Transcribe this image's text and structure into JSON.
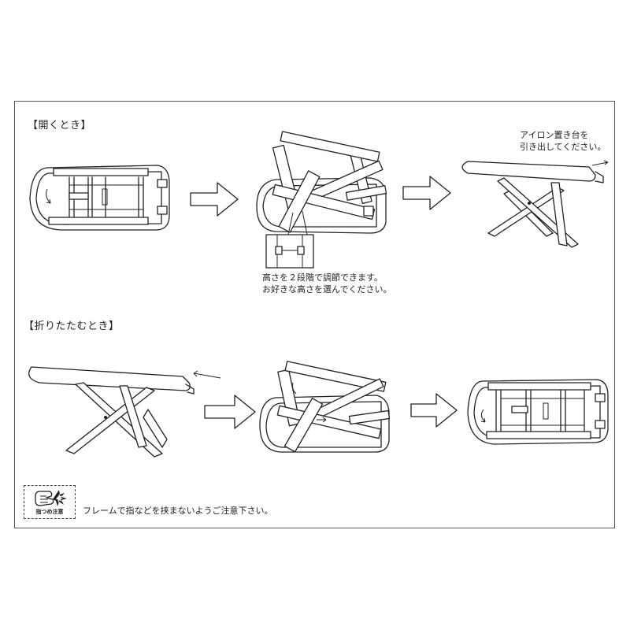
{
  "sections": {
    "open": {
      "heading": "【開くとき】"
    },
    "fold": {
      "heading": "【折りたたむとき】"
    }
  },
  "notes": {
    "iron_rest": [
      "アイロン置き台を",
      "引き出してください。"
    ],
    "height": [
      "高さを２段階で調節できます。",
      "お好きな高さを選んでください。"
    ],
    "caution": "フレームで指などを挟まないようご注意下さい。"
  },
  "caution_badge": {
    "label": "指つめ注意",
    "icon": "finger-pinch-icon"
  },
  "icons": {
    "step_arrow": "right-arrow-icon",
    "direction_arrow": "arrow-icon"
  }
}
